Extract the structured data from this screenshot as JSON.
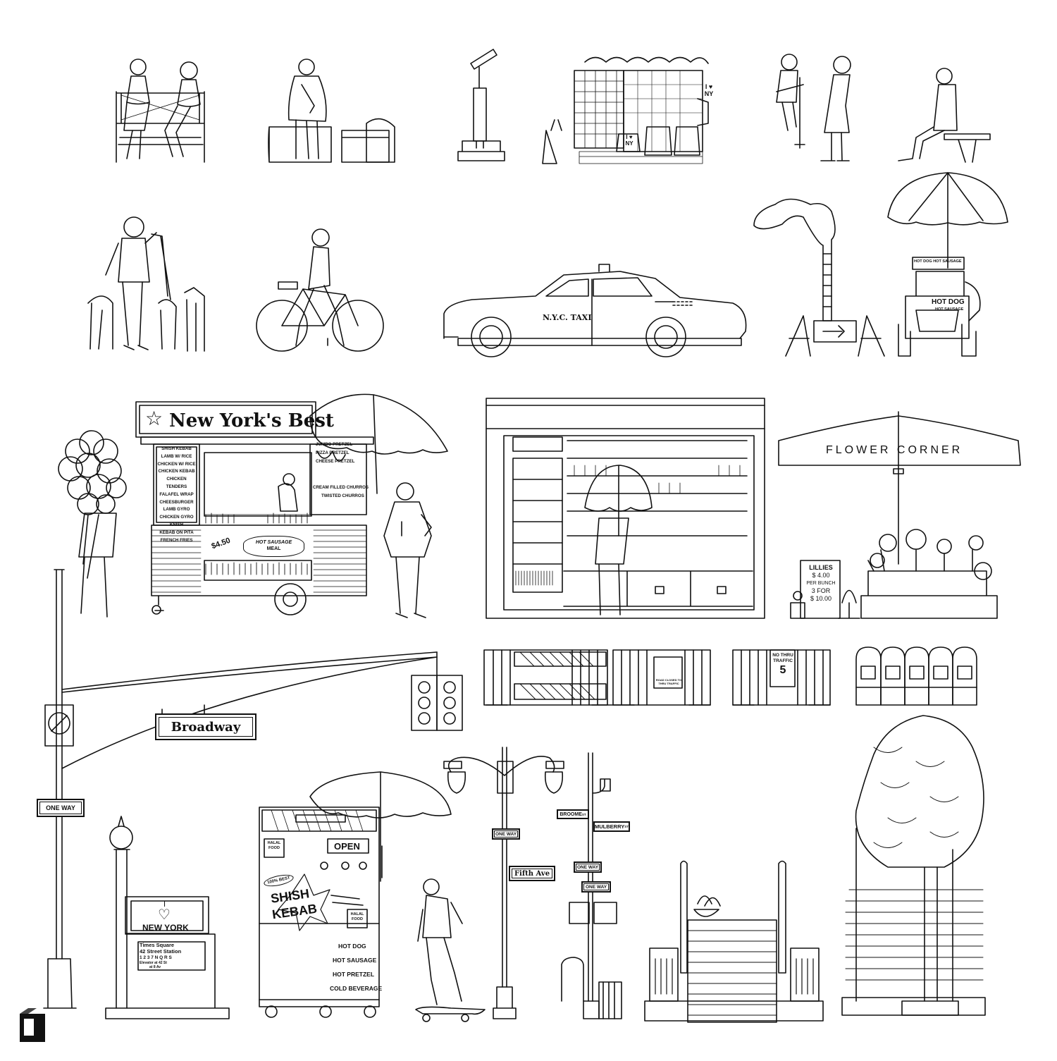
{
  "cart1": {
    "banner": "New York's Best",
    "menu": [
      "SHISH KEBAB",
      "LAMB W/ RICE",
      "CHICKEN W/ RICE",
      "CHICKEN KEBAB",
      "CHICKEN TENDERS",
      "FALAFEL WRAP",
      "CHEESBURGER",
      "LAMB GYRO",
      "CHICKEN GYRO",
      "KNISH",
      "KEBAB ON PITA",
      "FRENCH FRIES"
    ],
    "pretzel_menu": [
      "JUMBO PRETZEL",
      "PIZZA PRETZEL",
      "CHEESE PRETZEL"
    ],
    "churros_menu": [
      "CREAM FILLED CHURROS",
      "TWISTED CHURROS"
    ],
    "price_burst": "$4.50",
    "sausage_sign": "HOT SAUSAGE",
    "sausage_sub": "MEAL"
  },
  "taxi": {
    "label": "N.Y.C. TAXI"
  },
  "hotdog_cart": {
    "top": "HOT DOG  HOT SAUSAGE",
    "title": "HOT DOG",
    "sub": "HOT SAUSAGE"
  },
  "souvenir": {
    "tshirt": "I ♥ NY",
    "bag": "I ♥ NY"
  },
  "flower": {
    "umbrella": "FLOWER CORNER",
    "sign": [
      "LILLIES",
      "$ 4.00",
      "PER BUNCH",
      "3 FOR",
      "$ 10.00"
    ]
  },
  "barriers": {
    "road_closed": "ROAD CLOSED TO THRU TRAFFIC",
    "no_thru": [
      "NO THRU",
      "TRAFFIC",
      "5"
    ]
  },
  "streetlight": {
    "street_sign": "Broadway",
    "one_way": "ONE WAY"
  },
  "subway": {
    "sign": [
      "I",
      "NEW YORK"
    ],
    "station": [
      "Times Square",
      "42 Street Station"
    ],
    "lines": "1 2 3 7 N Q R S",
    "note": [
      "Elevator at 42 St",
      "at 8 Av"
    ]
  },
  "kebab_cart": {
    "halal": [
      "HALAL",
      "FOOD"
    ],
    "open": "OPEN",
    "best": "100% BEST",
    "shish": "SHISH",
    "kebab": "KEBAB",
    "items": [
      "HOT DOG",
      "HOT SAUSAGE",
      "HOT PRETZEL",
      "COLD BEVERAGE"
    ]
  },
  "lamp": {
    "one_way": "ONE WAY",
    "street": "Fifth Ave"
  },
  "signpost": {
    "broome": "BROOME",
    "broome_st": "ST",
    "mulberry": "MULBERRY",
    "mulberry_st": "ST",
    "one_way_a": "ONE WAY",
    "one_way_b": "ONE WAY"
  }
}
